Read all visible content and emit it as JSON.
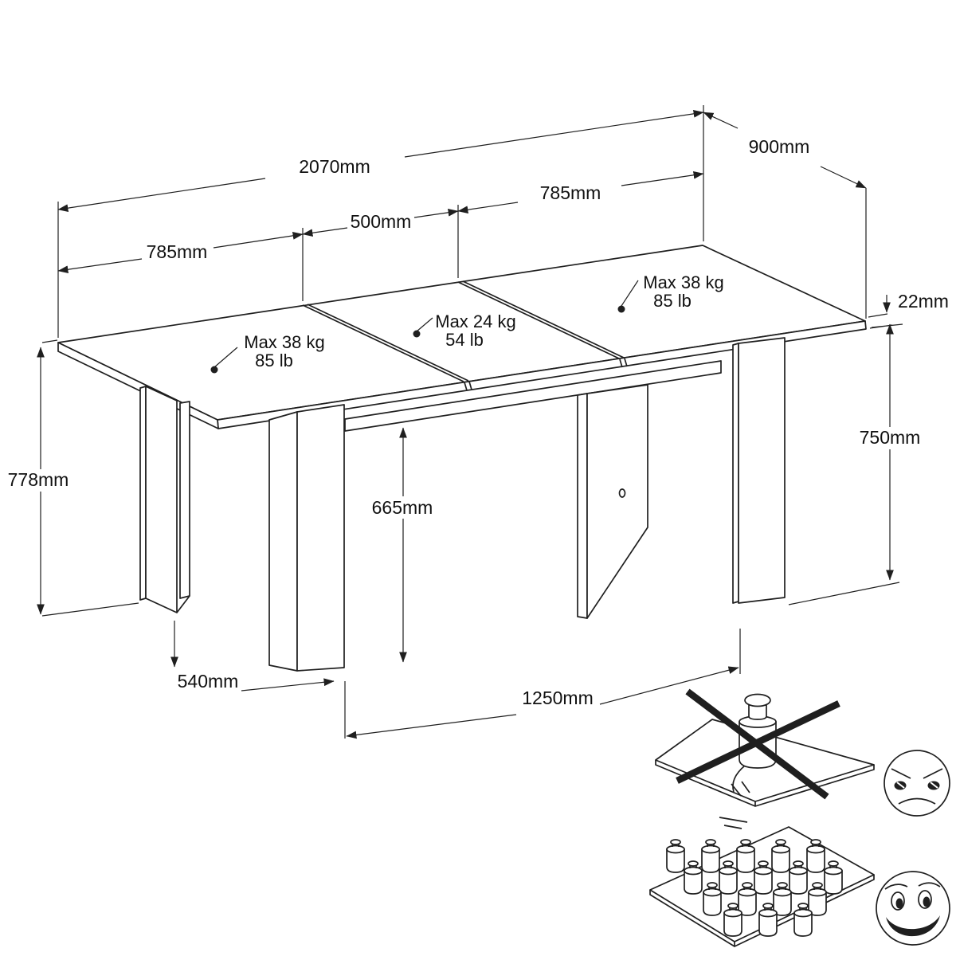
{
  "diagram": {
    "type": "furniture-dimension-drawing",
    "subject": "extendable dining table",
    "dimensions": {
      "total_length": "2070mm",
      "depth": "900mm",
      "left_leaf": "785mm",
      "center_extension": "500mm",
      "right_leaf": "785mm",
      "top_thickness": "22mm",
      "underside_height": "750mm",
      "total_height": "778mm",
      "floor_clearance": "665mm",
      "leg_panel_depth": "540mm",
      "leg_spacing": "1250mm"
    },
    "load_limits": {
      "left_leaf": {
        "line1": "Max 38 kg",
        "line2": "85 lb"
      },
      "center_extension": {
        "line1": "Max 24 kg",
        "line2": "54 lb"
      },
      "right_leaf": {
        "line1": "Max 38 kg",
        "line2": "85 lb"
      }
    },
    "pictograms": {
      "incorrect": "single point load crossed out",
      "correct": "evenly distributed load"
    },
    "colors": {
      "line": "#1f1f1f",
      "background": "#ffffff"
    }
  }
}
